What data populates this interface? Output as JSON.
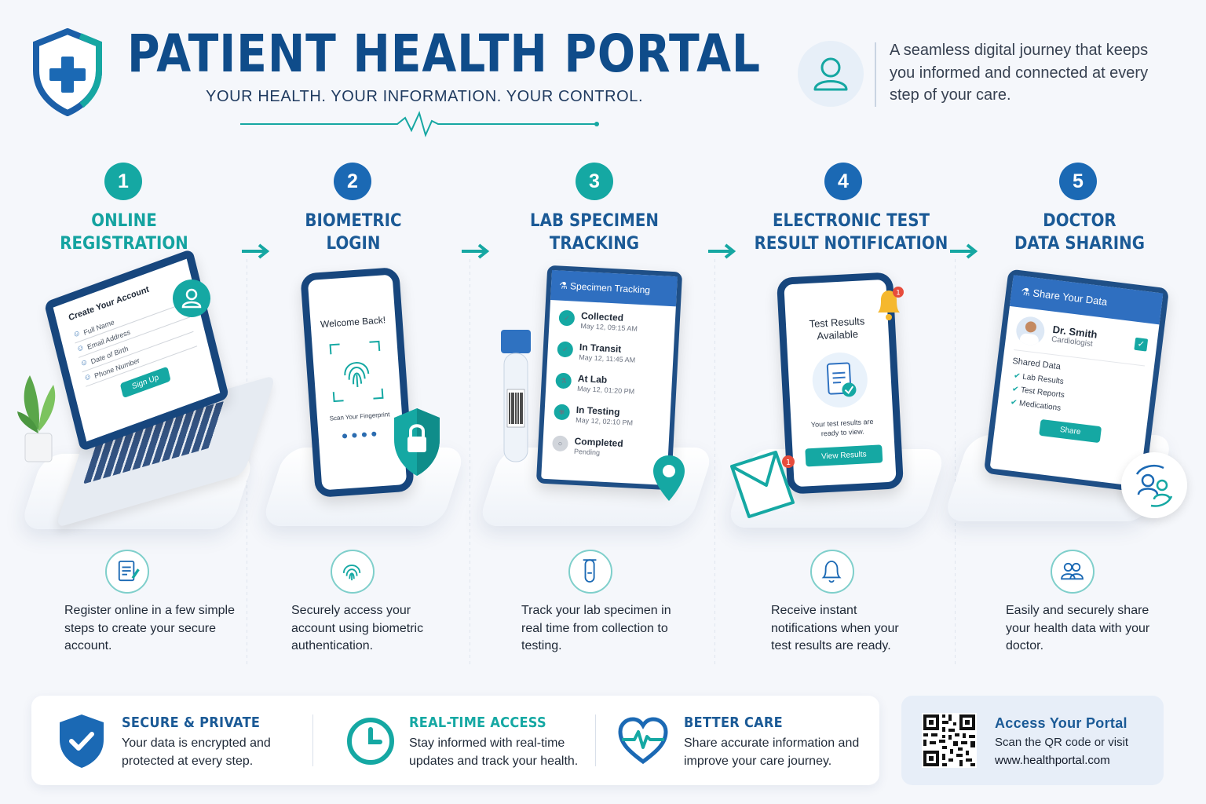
{
  "header": {
    "title": "PATIENT HEALTH PORTAL",
    "tagline": "YOUR HEALTH.  YOUR INFORMATION.  YOUR CONTROL.",
    "description": "A seamless digital journey that keeps you informed and connected at every step of your care."
  },
  "colors": {
    "navy": "#0f4c8a",
    "blue": "#1b69b4",
    "teal": "#15a8a3",
    "background": "#f5f7fb"
  },
  "steps": [
    {
      "number": "1",
      "title_line1": "ONLINE",
      "title_line2": "REGISTRATION",
      "icon": "clipboard-edit-icon",
      "description": "Register online in a few simple steps to create your secure account.",
      "screen": {
        "heading": "Create Your Account",
        "fields": [
          "Full Name",
          "Email Address",
          "Date of Birth",
          "Phone Number"
        ],
        "button": "Sign Up"
      }
    },
    {
      "number": "2",
      "title_line1": "BIOMETRIC",
      "title_line2": "LOGIN",
      "icon": "fingerprint-icon",
      "description": "Securely access your account using biometric authentication.",
      "screen": {
        "heading": "Welcome Back!",
        "prompt": "Scan Your Fingerprint"
      }
    },
    {
      "number": "3",
      "title_line1": "LAB SPECIMEN",
      "title_line2": "TRACKING",
      "icon": "test-tube-icon",
      "description": "Track your lab specimen in real time from collection to testing.",
      "screen": {
        "heading": "Specimen Tracking",
        "items": [
          {
            "label": "Collected",
            "time": "May 12, 09:15 AM"
          },
          {
            "label": "In Transit",
            "time": "May 12, 11:45 AM"
          },
          {
            "label": "At Lab",
            "time": "May 12, 01:20 PM"
          },
          {
            "label": "In Testing",
            "time": "May 12, 02:10 PM"
          },
          {
            "label": "Completed",
            "time": "Pending"
          }
        ]
      }
    },
    {
      "number": "4",
      "title_line1": "ELECTRONIC TEST",
      "title_line2": "RESULT NOTIFICATION",
      "icon": "bell-icon",
      "description": "Receive instant notifications when your test results are ready.",
      "screen": {
        "heading_line1": "Test Results",
        "heading_line2": "Available",
        "message": "Your test results are ready to view.",
        "button": "View Results",
        "badge": "1"
      }
    },
    {
      "number": "5",
      "title_line1": "DOCTOR",
      "title_line2": "DATA SHARING",
      "icon": "users-icon",
      "description": "Easily and securely share your health data with your doctor.",
      "screen": {
        "heading": "Share Your Data",
        "doctor_name": "Dr. Smith",
        "doctor_role": "Cardiologist",
        "shared_label": "Shared Data",
        "shared_items": [
          "Lab Results",
          "Test Reports",
          "Medications"
        ],
        "button": "Share"
      }
    }
  ],
  "features": [
    {
      "title": "SECURE & PRIVATE",
      "description": "Your data is encrypted and protected at every step.",
      "icon": "shield-check-icon"
    },
    {
      "title": "REAL-TIME ACCESS",
      "description": "Stay informed with real-time updates and track your health.",
      "icon": "clock-icon"
    },
    {
      "title": "BETTER CARE",
      "description": "Share accurate information and improve your care journey.",
      "icon": "heart-pulse-icon"
    }
  ],
  "access": {
    "title": "Access Your Portal",
    "line1": "Scan the QR code or visit",
    "url": "www.healthportal.com"
  }
}
